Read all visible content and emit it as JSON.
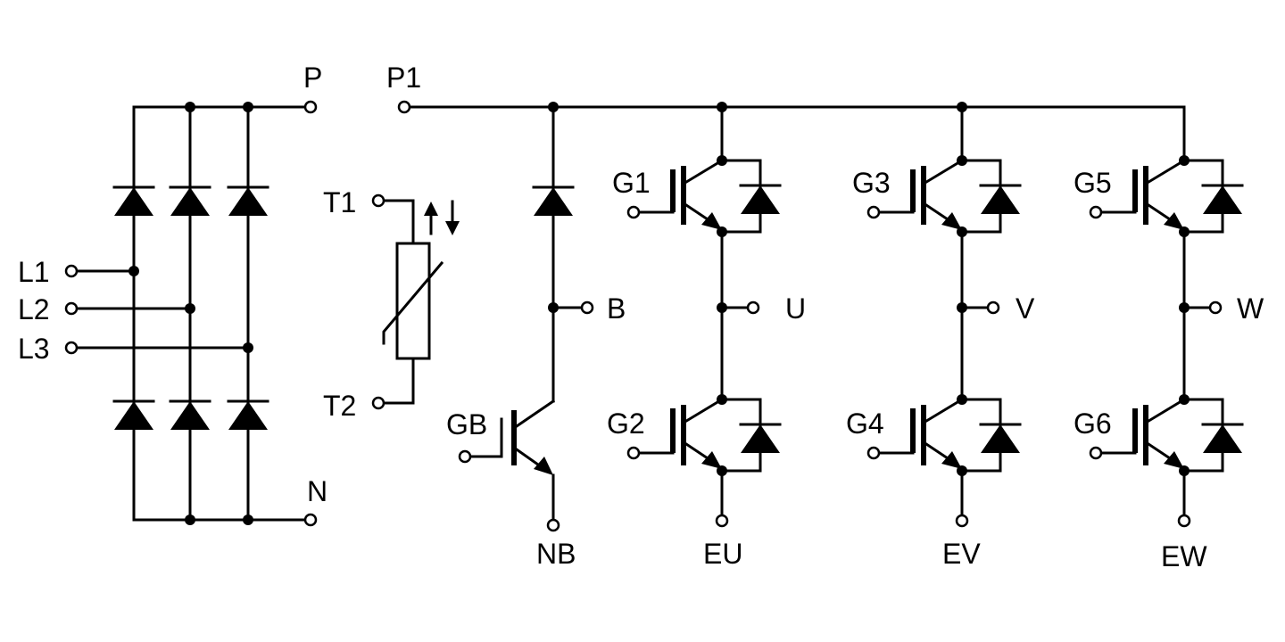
{
  "labels": {
    "P": "P",
    "P1": "P1",
    "N": "N",
    "L1": "L1",
    "L2": "L2",
    "L3": "L3",
    "T1": "T1",
    "T2": "T2",
    "B": "B",
    "GB": "GB",
    "NB": "NB",
    "G1": "G1",
    "G2": "G2",
    "G3": "G3",
    "G4": "G4",
    "G5": "G5",
    "G6": "G6",
    "U": "U",
    "V": "V",
    "W": "W",
    "EU": "EU",
    "EV": "EV",
    "EW": "EW"
  },
  "colors": {
    "line": "#000000",
    "background": "#ffffff"
  },
  "components": {
    "rectifier_diodes": 6,
    "brake_diode": 1,
    "brake_transistor": 1,
    "inverter_igbts": 6,
    "freewheel_diodes": 6,
    "thermistor": 1
  }
}
